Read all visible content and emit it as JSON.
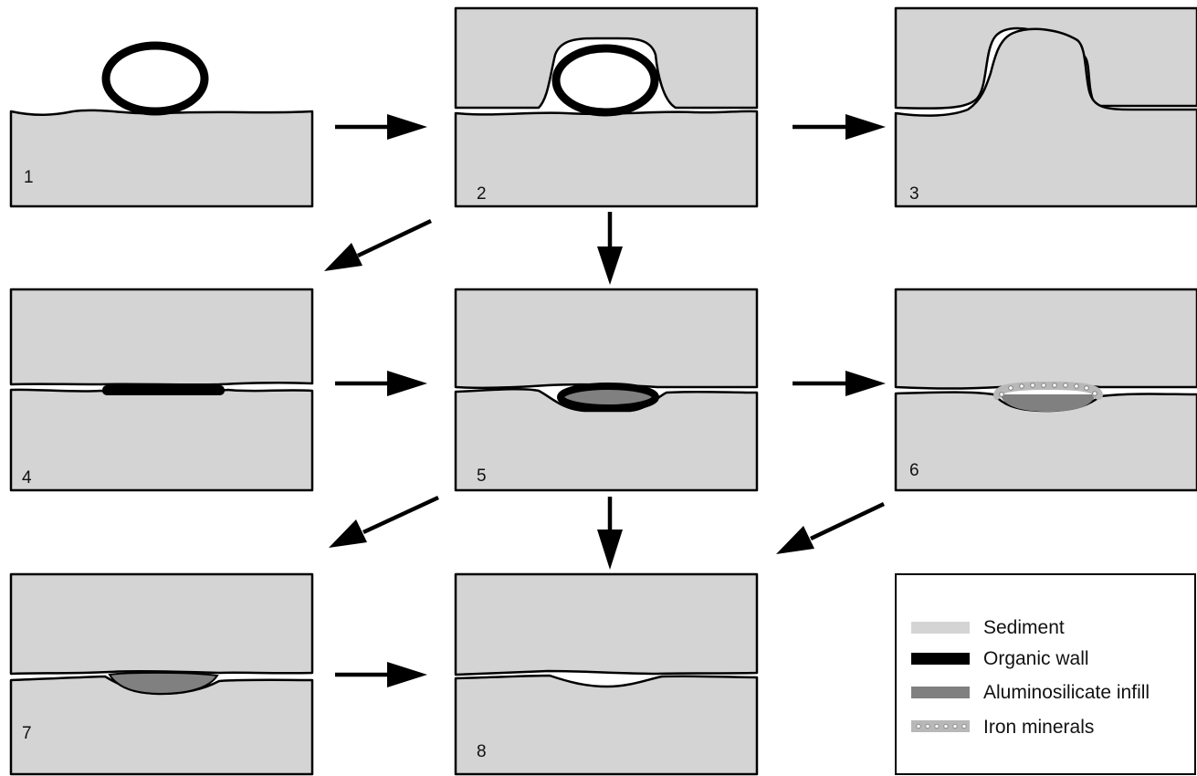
{
  "panels": [
    {
      "id": "1",
      "label": "1"
    },
    {
      "id": "2",
      "label": "2"
    },
    {
      "id": "3",
      "label": "3"
    },
    {
      "id": "4",
      "label": "4"
    },
    {
      "id": "5",
      "label": "5"
    },
    {
      "id": "6",
      "label": "6"
    },
    {
      "id": "7",
      "label": "7"
    },
    {
      "id": "8",
      "label": "8"
    }
  ],
  "transitions": [
    {
      "from": "1",
      "to": "2"
    },
    {
      "from": "2",
      "to": "3"
    },
    {
      "from": "2",
      "to": "4"
    },
    {
      "from": "2",
      "to": "5"
    },
    {
      "from": "4",
      "to": "5"
    },
    {
      "from": "5",
      "to": "6"
    },
    {
      "from": "5",
      "to": "7"
    },
    {
      "from": "5",
      "to": "8"
    },
    {
      "from": "6",
      "to": "8"
    },
    {
      "from": "7",
      "to": "8"
    }
  ],
  "legend": {
    "items": [
      {
        "label": "Sediment",
        "color": "#d4d4d4",
        "swatch": "solid"
      },
      {
        "label": "Organic wall",
        "color": "#000000",
        "swatch": "solid"
      },
      {
        "label": "Aluminosilicate infill",
        "color": "#808080",
        "swatch": "solid"
      },
      {
        "label": "Iron minerals",
        "color": "#b8b8b8",
        "swatch": "dotted"
      }
    ]
  },
  "colors": {
    "sediment": "#d4d4d4",
    "organic_wall": "#000000",
    "infill": "#808080",
    "iron": "#b8b8b8"
  }
}
